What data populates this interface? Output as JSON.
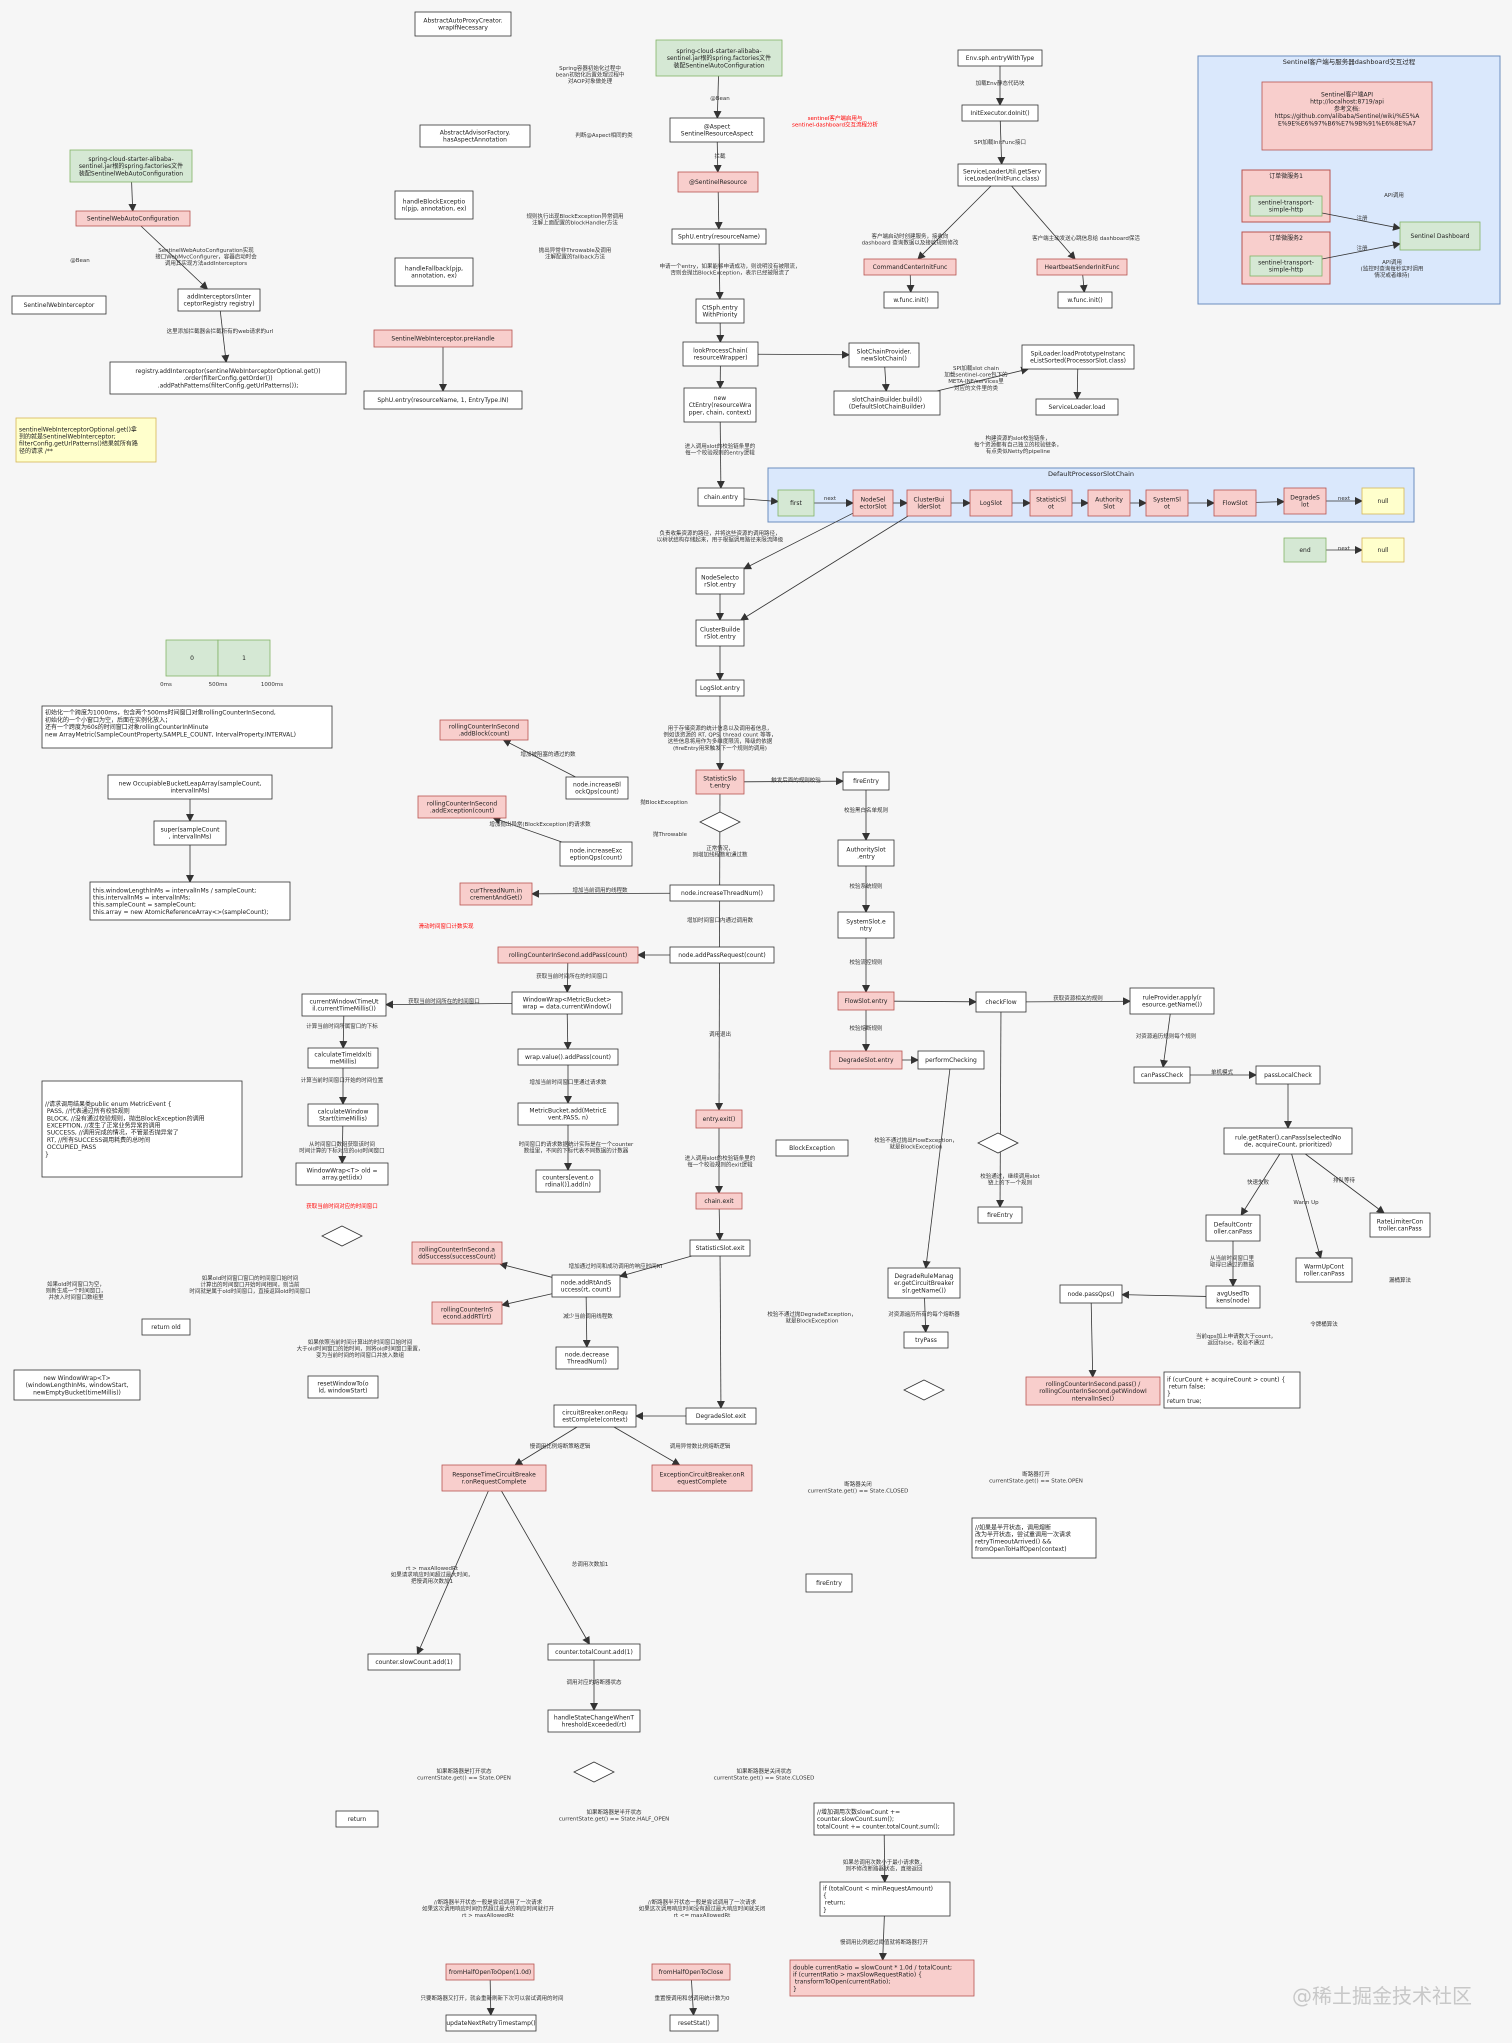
{
  "colors": {
    "pink": "#f8cecc",
    "pink_border": "#b85450",
    "green": "#d5e8d4",
    "green_border": "#82b366",
    "yellow": "#ffffcc",
    "blue": "#dae8fc",
    "blue_border": "#6c8ebf",
    "line": "#333333",
    "red_text": "#ff0000"
  },
  "watermark": "@稀土掘金技术社区",
  "nodes": {
    "aapc": "AbstractAutoProxyCreator.\nwrapIfNecessary",
    "starter1": "spring-cloud-starter-alibaba-\nsentinel.jar根的spring.factories文件\n装配SentinelAutoConfiguration",
    "aspect": "@Aspect\nSentinelResourceAspect",
    "aaaf": "AbstractAdvisorFactory.\nhasAspectAnnotation",
    "sres": "@SentinelResource",
    "hbe": "handleBlockExceptio\nn(pjp, annotation, ex)",
    "hfb": "handleFallback(pjp,\nannotation, ex)",
    "sphentry": "SphU.entry(resourceName)",
    "starter2": "spring-cloud-starter-alibaba-\nsentinel.jar根的spring.factories文件\n装配SentinelWebAutoConfiguration",
    "swac": "SentinelWebAutoConfiguration",
    "swi": "SentinelWebInterceptor",
    "addint": "addInterceptors(Inter\nceptorRegistry registry)",
    "regadd": "registry.addInterceptor(sentinelWebInterceptorOptional.get())\n.order(filterConfig.getOrder())\n.addPathPatterns(filterConfig.getUrlPatterns());",
    "note1": "sentinelWebInterceptorOptional.get()拿\n到的就是SentinelWebInterceptor;\nfilterConfig.getUrlPatterns()结果就所有路\n径的请求 /**",
    "swiph": "SentinelWebInterceptor.preHandle",
    "sphentry2": "SphU.entry(resourceName, 1, EntryType.IN)",
    "ctsph": "CtSph.entry\nWithPriority",
    "lpc": "lookProcessChain(\nresourceWrapper)",
    "spcp": "SlotChainProvider.\nnewSlotChain()",
    "newctentry": "new\nCtEntry(resourceWra\npper, chain, context)",
    "scbb": "slotChainBuilder.build()\n(DefaultSlotChainBuilder)",
    "splp": "SpiLoader.loadPrototypeInstanc\neListSorted(ProcessorSlot.class)",
    "scl": "ServiceLoader.load",
    "chainentry": "chain.entry",
    "nsentry": "NodeSelecto\nrSlot.entry",
    "cbentry": "ClusterBuilde\nrSlot.entry",
    "lsentry": "LogSlot.entry",
    "ssentry": "StatisticSlo\nt.entry",
    "fireentry1": "fireEntry",
    "asentry": "AuthoritySlot\n.entry",
    "sysentry": "SystemSlot.e\nntry",
    "fsentry": "FlowSlot.entry",
    "dsentry": "DegradeSlot.entry",
    "pcheck": "performChecking",
    "checkflow": "checkFlow",
    "rpa": "ruleProvider.apply(r\nesource.getName())",
    "cpc": "canPassCheck",
    "plc": "passLocalCheck",
    "rgrc": "rule.getRater().canPass(selectedNo\nde, acquireCount, prioritized)",
    "dc": "DefaultContr\noller.canPass",
    "wuc": "WarmUpCont\nroller.canPass",
    "rlc": "RateLimiterCon\ntroller.canPass",
    "aut": "avgUsedTo\nkens(node)",
    "npq": "node.passQps()",
    "rcsp": "rollingCounterInSecond.pass() /\nrollingCounterInSecond.getWindowI\nntervalInSec()",
    "ifcur": "if (curCount + acquireCount > count) {\n  return false;\n}\nreturn true;",
    "fireentry2": "fireEntry",
    "blockex": "BlockException",
    "drm": "DegradeRuleManag\ner.getCircuitBreaker\ns(r.getName())",
    "trypass": "tryPass",
    "fireentry3": "fireEntry",
    "ifne": "//如果是半开状态，调用熔断\n改为半开状态，尝试重调用一次请求\nretryTimeoutArrived() &&\nfromOpenToHalfOpen(context)",
    "nibq": "node.increaseBl\nockQps(count)",
    "niep": "node.increaseExc\neptionQps(count)",
    "nitn": "node.increaseThreadNum()",
    "napr": "node.addPassRequest(count)",
    "rcab": "rollingCounterInSecond\n.addBlock(count)",
    "rcae": "rollingCounterInSecond\n.addException(count)",
    "ctna": "curThreadNum.in\ncrementAndGet()",
    "rcap": "rollingCounterInSecond.addPass(count)",
    "wwmb": "WindowWrap<MetricBucket>\nwrap = data.currentWindow()",
    "wvap": "wrap.value().addPass(count)",
    "mbadd": "MetricBucket.add(MetricE\nvent.PASS, n)",
    "cgaa": "counters[event.o\nrdinal()].add(n)",
    "cwt": "currentWindow(TimeUt\nil.currentTimeMillis())",
    "cti": "calculateTimeIdx(ti\nmeMillis)",
    "cws": "calculateWindow\nStart(timeMillis)",
    "wwold": "WindowWrap<T> old =\narray.get(idx)",
    "retold": "return old",
    "nww": "new WindowWrap<T>\n(windowLengthInMs, windowStart,\nnewEmptyBucket(timeMillis))",
    "rwt": "resetWindowTo(o\nld, windowStart)",
    "enumcode": "//请求调用结果类public enum MetricEvent {\n    PASS,      //代表通过所有校验规则\n    BLOCK,     //没有通过校验规则，抛出BlockException的调用\n    EXCEPTION, //发生了正常业务异常的调用\n    SUCCESS,   //调用完成的情况，不管是否抛异常了\n    RT,        //所有SUCCESS调用耗费的总时间\n    OCCUPIED_PASS\n}",
    "ctor": "初始化一个跨度为1000ms，包含两个500ms时间窗口对象rollingCounterInSecond,\n初始化的一个小窗口为空，后面在实例化放入；\n还有一个跨度为60s的时间窗口对象rollingCounterInMinute\n\nnew ArrayMetric(SampleCountProperty.SAMPLE_COUNT, IntervalProperty.INTERVAL)",
    "oblba": "new OccupiableBucketLeapArray(sampleCount,\nintervalInMs)",
    "superc": "super(sampleCount\n, intervalInMs)",
    "thiswl": "this.windowLengthInMs = intervalInMs / sampleCount;\nthis.intervalInMs = intervalInMs;\nthis.sampleCount = sampleCount;\nthis.array = new AtomicReferenceArray<>(sampleCount);",
    "win0": "0",
    "win1": "1",
    "t0": "0ms",
    "t500": "500ms",
    "t1000": "1000ms",
    "entryexit": "entry.exit()",
    "chainexit": "chain.exit",
    "ssexit": "StatisticSlot.exit",
    "rcas": "rollingCounterInSecond.a\nddSuccess(successCount)",
    "rcart": "rollingCounterInS\necond.addRT(rt)",
    "naras": "node.addRtAndS\nuccess(rt, count)",
    "ndtn": "node.decrease\nThreadNum()",
    "dsexit": "DegradeSlot.exit",
    "cboac": "circuitBreaker.onRequ\nestComplete(context)",
    "rtcb": "ResponseTimeCircuitBreake\nr.onRequestComplete",
    "eccb": "ExceptionCircuitBreaker.onR\nequestComplete",
    "csca": "counter.slowCount.add(1)",
    "ctca": "counter.totalCount.add(1)",
    "hscwt": "handleStateChangeWhenT\nhresholdExceeded(rt)",
    "ret2": "return",
    "slowsum": "//增加调用次数slowCount +=\ncounter.slowCount.sum();\ntotalCount += counter.totalCount.sum();",
    "iftotal": "if (totalCount < minRequestAmount)\n{\n  return;\n}",
    "dcr": "double currentRatio = slowCount * 1.0d / totalCount;\nif (currentRatio > maxSlowRequestRatio) {\n  transformToOpen(currentRatio);\n}",
    "fhoo": "fromHalfOpenToOpen(1.0d)",
    "fhoc": "fromHalfOpenToClose",
    "unrt": "updateNextRetryTimestamp()",
    "reset": "resetStat()",
    "envsph": "Env.sph.entryWithType",
    "ied": "InitExecutor.doInit()",
    "slg": "ServiceLoaderUtil.getServ\niceLoader(InitFunc.class)",
    "ccif": "CommandCenterInitFunc",
    "hsif": "HeartbeatSenderInitFunc",
    "wfi1": "w.func.init()",
    "wfi2": "w.func.init()",
    "dash_title": "Sentinel客户端与服务器dashboard交互过程",
    "dash_api": "Sentinel客户端API\n\nhttp://localhost:8719/api\n\n参考文档:\nhttps://github.com/alibaba/Sentinel/wiki/%E5%A\nE%9E%E6%97%B6%E7%9B%91%E6%8E%A7",
    "svc1": "订单微服务1",
    "svc2": "订单微服务2",
    "st1": "sentinel-transport-\nsimple-http",
    "st2": "sentinel-transport-\nsimple-http",
    "sdash": "Sentinel Dashboard",
    "chain_title": "DefaultProcessorSlotChain",
    "first": "first",
    "nss": "NodeSel\nectorSlot",
    "cbs": "ClusterBui\nlderSlot",
    "ls": "LogSlot",
    "sts": "StatisticSl\not",
    "aus": "Authority\nSlot",
    "sys": "SystemSl\not",
    "fls": "FlowSlot",
    "dgs": "DegradeS\nlot",
    "null1": "null",
    "end": "end",
    "null2": "null"
  },
  "labels": {
    "l_bean1": "@Bean",
    "l_spring_init": "Spring容器初始化过程中\nbean初始化后置处理过程中\n对AOP对象做处理",
    "l_aspect_judge": "判断@Aspect相同的类",
    "l_intercept": "拦截",
    "l_red1": "sentinel客户端启用与\nsentinel-dashboard交互流程分析",
    "l_handle_block": "规则执行出现BlockException异常调用\n注解上面配置的blockHandler方法",
    "l_throwable": "抛出异常非Throwable及调用\n注解配置的fallback方法",
    "l_bean2": "@Bean",
    "l_swac_desc": "SentinelWebAutoConfiguration实现\n接口WebMvcConfigurer，容器启动时会\n调用其实现方法addInterceptors",
    "l_add_url": "这里添加拦截器会拦截所有的web请求的url",
    "l_entry_desc": "申请一个entry，如果能够申请成功，则说明没有被限流，\n否则会抛出BlockException，表示已经被限流了",
    "l_spi": "SPI加载slot chain\n加载sentinel-core包下的\nMETA-INF/services里\n对应的文件里的类",
    "l_build": "构建资源的slot校验链条，\n每个资源都有自己独立的校验链条，\n有点类似Netty的pipeline",
    "l_chain_entry": "进入调用slot的校验链条里的\n每一个校验规则的entry逻辑",
    "l_ns_desc": "负责收集资源的路径，并将这些资源的调用路径，\n以树状结构存储起来，用于根据调用路径来限流降级",
    "l_ss_desc": "用于存储资源的统计信息以及调用者信息，\n例如该资源的 RT, QPS, thread count 等等，\n这些信息将用作为多维度限流，降级的依据\n(fireEntry用来触发下一个规则的调用)",
    "l_trigger": "触发后面的规则校验",
    "l_auth": "校验黑白名单规则",
    "l_sys": "校验系统规则",
    "l_flow": "校验流控规则",
    "l_degrade": "校验熔断规则",
    "l_getrules": "获取资源相关的规则",
    "l_traverse": "对资源遍历规则每个规则",
    "l_single": "单机模式",
    "l_fast": "快速失败",
    "l_warm": "Warm Up",
    "l_queue": "排队等待",
    "l_get_rate": "从当前时间窗口里\n取得已通过的数据",
    "l_token": "令牌桶算法",
    "l_leaky": "漏桶算法",
    "l_compare": "当前qps加上申请数大于count，\n返回false，校验不通过",
    "l_throw_flow": "校验不通过抛出FlowException，\n就是BlockException",
    "l_degrade_throw": "校验不通过抛DegradeException，\n就是BlockException",
    "l_get_breakers": "对资源遍历所有的每个熔断器",
    "l_closed": "断路器关闭\ncurrentState.get() == State.CLOSED",
    "l_open": "断路器打开\ncurrentState.get() == State.OPEN",
    "l_pass_next": "校验通过，继续调用slot\n链上的下一个规则",
    "l_block": "增加被阻塞的通过的数",
    "l_block_ex": "抛BlockException",
    "l_exception": "增加抛出异常(BlockException)的请求数",
    "l_throwable2": "抛Throwable",
    "l_normal": "正常情况，\n则增加线程数和通过数",
    "l_thread": "增加当前调用的线程数",
    "l_pass": "增加时间窗口内通过调用数",
    "l_red2": "滑动时间窗口计数实现",
    "l_getwin": "获取当前时间所在的时间窗口",
    "l_getwin2": "获取当前时间所在的时间窗口",
    "l_calc_idx": "计算当前时间所属窗口的下标",
    "l_calc_start": "计算当前时间窗口开始的时间位置",
    "l_old": "从时间窗口数组获取该时间\n时间计算的下标对应的old时间窗口",
    "l_red3": "获取当前时间对应的时间窗口",
    "l_null": "如果old时间窗口为空，\n则新生成一个时间窗口，\n并放入时间窗口数组里",
    "l_same": "如果old时间窗口窗口的时间窗口始时间\n计算出的时间窗口开始时间相同，则当前\n时间就是属于old时间窗口，直接返回old时间窗口",
    "l_reset": "如果依照当前时间计算出的时间窗口始时间\n大于old时间窗口的始时间，则将old时间窗口重置，\n变为当前时间的时间窗口并放入数组",
    "l_bucket": "增加当前时间窗口里通过请求数",
    "l_counter": "时间窗口的请求数据统计实际是在一个counter\n数组里，不同的下标代表不同数据的计数器",
    "l_exit": "调用退出",
    "l_chain_exit": "进入调用slot的校验链条里的\n每一个校验规则的exit逻辑",
    "l_rt": "增加通过时间和成功调用的响应时间RT",
    "l_dec": "减少当前调用线程数",
    "l_slow_rt": "慢调用比例熔断策略逻辑",
    "l_ex_rt": "调用异常数比例熔断逻辑",
    "l_maxrt": "rt > maxAllowedRt\n如果请求响应时间超过最大时间，\n把慢调用次数加1",
    "l_total": "总调用次数加1",
    "l_state": "调用对应的熔断器状态",
    "l_open2": "如果断路器是打开状态\ncurrentState.get() == State.OPEN",
    "l_halfopen": "如果断路器是半开状态\ncurrentState.get() == State.HALF_OPEN",
    "l_closed2": "如果断路器是关闭状态\ncurrentState.get() == State.CLOSED",
    "l_min": "如果总调用次数小于最小请求数，\n则不修改断路器状态，直接返回",
    "l_ratio": "慢调用比例超过阈值就将断路器打开",
    "l_half_left": "//断路器半开状态一般是尝试调用了一次请求\n如果这次调用响应时间仍然超过最大的响应时间就打开\nrt > maxAllowedRt",
    "l_half_right": "//断路器半开状态一般是尝试调用了一次请求\n如果这次调用响应时间没有超过最大响应时间就关闭\nrt <= maxAllowedRt",
    "l_after_open": "只要断路器又打开，就会重新刷新下次可以尝试调用的时间",
    "l_after_close": "重置慢调用和总调用统计数为0",
    "l_next1": "next",
    "l_next2": "next",
    "l_next3": "next",
    "l_init_spi": "加载Env静态代码块",
    "l_spi2": "SPI加载InitFunc接口",
    "l_ccif": "客户端启动时创建服务，接收向\ndashboard 查询数据以及接收规则修改",
    "l_hsif": "客户端主动发送心跳信息给 dashboard保活",
    "l_api": "API调用",
    "l_reg1": "注册",
    "l_reg2": "注册",
    "l_api2": "API调用\n(监控时查询每秒实时调用\n情况或者维持)"
  }
}
